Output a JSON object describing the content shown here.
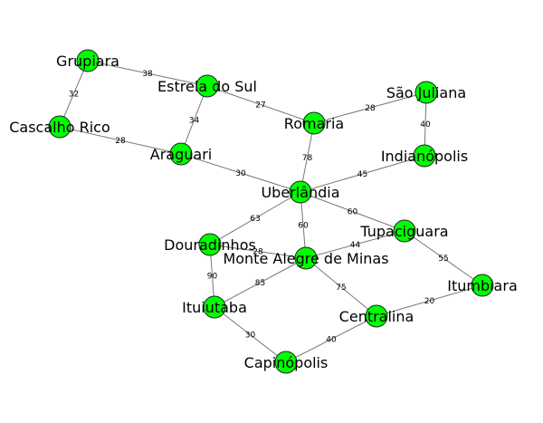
{
  "graph": {
    "node_color": "#00ff00",
    "edge_color": "#777777",
    "nodes": [
      {
        "id": "grupiara",
        "label": "Grupiara"
      },
      {
        "id": "estrela",
        "label": "Estrela do Sul"
      },
      {
        "id": "cascalho",
        "label": "Cascalho Rico"
      },
      {
        "id": "araguari",
        "label": "Araguari"
      },
      {
        "id": "romaria",
        "label": "Romaria"
      },
      {
        "id": "saojuliana",
        "label": "São Juliana"
      },
      {
        "id": "indianopolis",
        "label": "Indianópolis"
      },
      {
        "id": "uberlandia",
        "label": "Uberlândia"
      },
      {
        "id": "douradinhos",
        "label": "Douradinhos"
      },
      {
        "id": "montealegre",
        "label": "Monte Alegre de Minas"
      },
      {
        "id": "tupaciguara",
        "label": "Tupaciguara"
      },
      {
        "id": "itumbiara",
        "label": "Itumbiara"
      },
      {
        "id": "ituiutaba",
        "label": "Ituiutaba"
      },
      {
        "id": "centralina",
        "label": "Centralina"
      },
      {
        "id": "capinopolis",
        "label": "Capinópolis"
      }
    ],
    "edges": [
      {
        "source": "grupiara",
        "target": "estrela",
        "weight": "38"
      },
      {
        "source": "grupiara",
        "target": "cascalho",
        "weight": "32"
      },
      {
        "source": "estrela",
        "target": "romaria",
        "weight": "27"
      },
      {
        "source": "estrela",
        "target": "araguari",
        "weight": "34"
      },
      {
        "source": "cascalho",
        "target": "araguari",
        "weight": "28"
      },
      {
        "source": "romaria",
        "target": "saojuliana",
        "weight": "28"
      },
      {
        "source": "romaria",
        "target": "uberlandia",
        "weight": "78"
      },
      {
        "source": "saojuliana",
        "target": "indianopolis",
        "weight": "40"
      },
      {
        "source": "araguari",
        "target": "uberlandia",
        "weight": "30"
      },
      {
        "source": "indianopolis",
        "target": "uberlandia",
        "weight": "45"
      },
      {
        "source": "uberlandia",
        "target": "douradinhos",
        "weight": "63"
      },
      {
        "source": "uberlandia",
        "target": "montealegre",
        "weight": "60"
      },
      {
        "source": "uberlandia",
        "target": "tupaciguara",
        "weight": "60"
      },
      {
        "source": "douradinhos",
        "target": "montealegre",
        "weight": "28"
      },
      {
        "source": "douradinhos",
        "target": "ituiutaba",
        "weight": "90"
      },
      {
        "source": "montealegre",
        "target": "tupaciguara",
        "weight": "44"
      },
      {
        "source": "montealegre",
        "target": "ituiutaba",
        "weight": "85"
      },
      {
        "source": "montealegre",
        "target": "centralina",
        "weight": "75"
      },
      {
        "source": "tupaciguara",
        "target": "itumbiara",
        "weight": "55"
      },
      {
        "source": "itumbiara",
        "target": "centralina",
        "weight": "20"
      },
      {
        "source": "ituiutaba",
        "target": "capinopolis",
        "weight": "30"
      },
      {
        "source": "centralina",
        "target": "capinopolis",
        "weight": "40"
      }
    ]
  }
}
